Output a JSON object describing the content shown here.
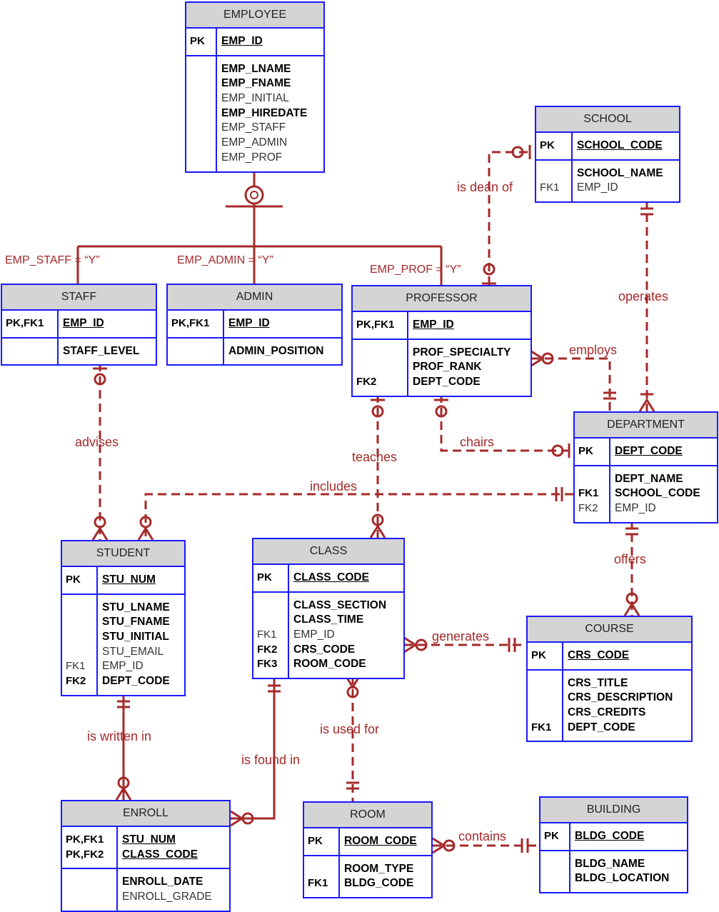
{
  "entities": {
    "employee": {
      "name": "EMPLOYEE",
      "keys": [
        {
          "k": "PK",
          "a": "EMP_ID"
        }
      ],
      "attrs": [
        {
          "k": "",
          "a": "EMP_LNAME",
          "bold": true
        },
        {
          "k": "",
          "a": "EMP_FNAME",
          "bold": true
        },
        {
          "k": "",
          "a": "EMP_INITIAL",
          "bold": false
        },
        {
          "k": "",
          "a": "EMP_HIREDATE",
          "bold": true
        },
        {
          "k": "",
          "a": "EMP_STAFF",
          "bold": false
        },
        {
          "k": "",
          "a": "EMP_ADMIN",
          "bold": false
        },
        {
          "k": "",
          "a": "EMP_PROF",
          "bold": false
        }
      ]
    },
    "school": {
      "name": "SCHOOL",
      "keys": [
        {
          "k": "PK",
          "a": "SCHOOL_CODE"
        }
      ],
      "attrs": [
        {
          "k": "",
          "a": "SCHOOL_NAME",
          "bold": true
        },
        {
          "k": "FK1",
          "a": "EMP_ID",
          "bold": false
        }
      ]
    },
    "staff": {
      "name": "STAFF",
      "keys": [
        {
          "k": "PK,FK1",
          "a": "EMP_ID"
        }
      ],
      "attrs": [
        {
          "k": "",
          "a": "STAFF_LEVEL",
          "bold": true
        }
      ]
    },
    "admin": {
      "name": "ADMIN",
      "keys": [
        {
          "k": "PK,FK1",
          "a": "EMP_ID"
        }
      ],
      "attrs": [
        {
          "k": "",
          "a": "ADMIN_POSITION",
          "bold": true
        }
      ]
    },
    "professor": {
      "name": "PROFESSOR",
      "keys": [
        {
          "k": "PK,FK1",
          "a": "EMP_ID"
        }
      ],
      "attrs": [
        {
          "k": "",
          "a": "PROF_SPECIALTY",
          "bold": true
        },
        {
          "k": "",
          "a": "PROF_RANK",
          "bold": true
        },
        {
          "k": "FK2",
          "a": "DEPT_CODE",
          "bold": true
        }
      ]
    },
    "department": {
      "name": "DEPARTMENT",
      "keys": [
        {
          "k": "PK",
          "a": "DEPT_CODE"
        }
      ],
      "attrs": [
        {
          "k": "",
          "a": "DEPT_NAME",
          "bold": true
        },
        {
          "k": "FK1",
          "a": "SCHOOL_CODE",
          "bold": true
        },
        {
          "k": "FK2",
          "a": "EMP_ID",
          "bold": false
        }
      ]
    },
    "student": {
      "name": "STUDENT",
      "keys": [
        {
          "k": "PK",
          "a": "STU_NUM"
        }
      ],
      "attrs": [
        {
          "k": "",
          "a": "STU_LNAME",
          "bold": true
        },
        {
          "k": "",
          "a": "STU_FNAME",
          "bold": true
        },
        {
          "k": "",
          "a": "STU_INITIAL",
          "bold": true
        },
        {
          "k": "",
          "a": "STU_EMAIL",
          "bold": false
        },
        {
          "k": "FK1",
          "a": "EMP_ID",
          "bold": false
        },
        {
          "k": "FK2",
          "a": "DEPT_CODE",
          "bold": true
        }
      ]
    },
    "class": {
      "name": "CLASS",
      "keys": [
        {
          "k": "PK",
          "a": "CLASS_CODE"
        }
      ],
      "attrs": [
        {
          "k": "",
          "a": "CLASS_SECTION",
          "bold": true
        },
        {
          "k": "",
          "a": "CLASS_TIME",
          "bold": true
        },
        {
          "k": "FK1",
          "a": "EMP_ID",
          "bold": false
        },
        {
          "k": "FK2",
          "a": "CRS_CODE",
          "bold": true
        },
        {
          "k": "FK3",
          "a": "ROOM_CODE",
          "bold": true
        }
      ]
    },
    "course": {
      "name": "COURSE",
      "keys": [
        {
          "k": "PK",
          "a": "CRS_CODE"
        }
      ],
      "attrs": [
        {
          "k": "",
          "a": "CRS_TITLE",
          "bold": true
        },
        {
          "k": "",
          "a": "CRS_DESCRIPTION",
          "bold": true
        },
        {
          "k": "",
          "a": "CRS_CREDITS",
          "bold": true
        },
        {
          "k": "FK1",
          "a": "DEPT_CODE",
          "bold": true
        }
      ]
    },
    "enroll": {
      "name": "ENROLL",
      "keys": [
        {
          "k": "PK,FK1",
          "a": "STU_NUM"
        },
        {
          "k": "PK,FK2",
          "a": "CLASS_CODE"
        }
      ],
      "attrs": [
        {
          "k": "",
          "a": "ENROLL_DATE",
          "bold": true
        },
        {
          "k": "",
          "a": "ENROLL_GRADE",
          "bold": false
        }
      ]
    },
    "room": {
      "name": "ROOM",
      "keys": [
        {
          "k": "PK",
          "a": "ROOM_CODE"
        }
      ],
      "attrs": [
        {
          "k": "",
          "a": "ROOM_TYPE",
          "bold": true
        },
        {
          "k": "FK1",
          "a": "BLDG_CODE",
          "bold": true
        }
      ]
    },
    "building": {
      "name": "BUILDING",
      "keys": [
        {
          "k": "PK",
          "a": "BLDG_CODE"
        }
      ],
      "attrs": [
        {
          "k": "",
          "a": "BLDG_NAME",
          "bold": true
        },
        {
          "k": "",
          "a": "BLDG_LOCATION",
          "bold": true
        }
      ]
    }
  },
  "relationships": {
    "is_dean_of": "is dean of",
    "operates": "operates",
    "employs": "employs",
    "chairs": "chairs",
    "teaches": "teaches",
    "advises": "advises",
    "includes": "includes",
    "offers": "offers",
    "generates": "generates",
    "is_written_in": "is written in",
    "is_found_in": "is found in",
    "is_used_for": "is used for",
    "contains": "contains"
  },
  "subtype_conditions": {
    "staff": "EMP_STAFF = “Y”",
    "admin": "EMP_ADMIN = “Y”",
    "prof": "EMP_PROF = “Y”"
  },
  "colors": {
    "entity_border": "#1a1aff",
    "entity_header": "#d4d4d4",
    "relationship": "#a52a2a"
  }
}
